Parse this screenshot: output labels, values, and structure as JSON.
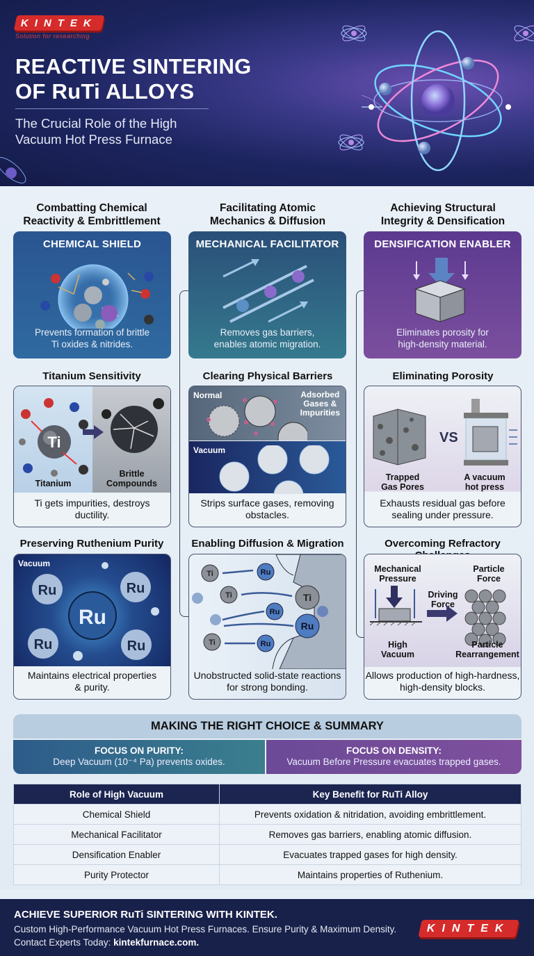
{
  "header": {
    "logo_text": "KINTEK",
    "tagline": "Solution for researching",
    "title_line1": "REACTIVE SINTERING",
    "title_line2": "OF RuTi ALLOYS",
    "subtitle_line1": "The Crucial Role of the High",
    "subtitle_line2": "Vacuum Hot Press Furnace"
  },
  "columns": [
    {
      "title_line1": "Combatting Chemical",
      "title_line2": "Reactivity & Embrittlement",
      "card_title": "CHEMICAL SHIELD",
      "card_desc_line1": "Prevents formation of brittle",
      "card_desc_line2": "Ti oxides & nitrides.",
      "color": "#2d5f96"
    },
    {
      "title_line1": "Facilitating Atomic",
      "title_line2": "Mechanics & Diffusion",
      "card_title": "MECHANICAL FACILITATOR",
      "card_desc_line1": "Removes gas barriers,",
      "card_desc_line2": "enables atomic migration.",
      "color": "#2f6482"
    },
    {
      "title_line1": "Achieving Structural",
      "title_line2": "Integrity & Densification",
      "card_title": "DENSIFICATION ENABLER",
      "card_desc_line1": "Eliminates porosity for",
      "card_desc_line2": "high-density material.",
      "color": "#6a3f96"
    }
  ],
  "sub_sections": {
    "titanium": {
      "title": "Titanium Sensitivity",
      "label_left": "Titanium",
      "label_right_1": "Brittle",
      "label_right_2": "Compounds",
      "atom_center": "Ti",
      "caption_line1": "Ti gets impurities, destroys",
      "caption_line2": "ductility."
    },
    "barriers": {
      "title": "Clearing Physical Barriers",
      "label_normal": "Normal",
      "label_adsorbed_1": "Adsorbed",
      "label_adsorbed_2": "Gases &",
      "label_adsorbed_3": "Impurities",
      "label_vacuum": "Vacuum",
      "caption_line1": "Strips surface gases, removing",
      "caption_line2": "obstacles."
    },
    "porosity": {
      "title": "Eliminating Porosity",
      "vs": "VS",
      "label_left_1": "Trapped",
      "label_left_2": "Gas Pores",
      "label_right_1": "A vacuum",
      "label_right_2": "hot press",
      "caption_line1": "Exhausts residual gas before",
      "caption_line2": "sealing under pressure."
    },
    "ruthenium": {
      "title": "Preserving Ruthenium Purity",
      "label_vacuum": "Vacuum",
      "atom": "Ru",
      "caption_line1": "Maintains electrical properties",
      "caption_line2": "& purity."
    },
    "diffusion": {
      "title": "Enabling Diffusion & Migration",
      "ti": "Ti",
      "ru": "Ru",
      "caption_line1": "Unobstructed solid-state reactions",
      "caption_line2": "for strong bonding."
    },
    "refractory": {
      "title": "Overcoming Refractory Challenges",
      "mech_1": "Mechanical",
      "mech_2": "Pressure",
      "drive_1": "Driving",
      "drive_2": "Force",
      "pf_1": "Particle",
      "pf_2": "Force",
      "hv_1": "High",
      "hv_2": "Vacuum",
      "pr_1": "Particle",
      "pr_2": "Rearrangement",
      "caption_line1": "Allows production of high-hardness,",
      "caption_line2": "high-density blocks."
    }
  },
  "summary": {
    "title": "MAKING THE RIGHT CHOICE & SUMMARY",
    "left_title": "FOCUS ON PURITY:",
    "left_text": "Deep Vacuum (10⁻⁴ Pa) prevents oxides.",
    "right_title": "FOCUS ON DENSITY:",
    "right_text": "Vacuum Before Pressure evacuates trapped gases."
  },
  "table": {
    "headers": [
      "Role of High Vacuum",
      "Key Benefit for RuTi Alloy"
    ],
    "rows": [
      [
        "Chemical Shield",
        "Prevents oxidation & nitridation, avoiding embrittlement."
      ],
      [
        "Mechanical Facilitator",
        "Removes gas barriers, enabling atomic diffusion."
      ],
      [
        "Densification Enabler",
        "Evacuates trapped gases for high density."
      ],
      [
        "Purity Protector",
        "Maintains properties of Ruthenium."
      ]
    ]
  },
  "footer": {
    "headline": "ACHIEVE SUPERIOR RuTi SINTERING WITH KINTEK.",
    "line2": "Custom High-Performance Vacuum Hot Press Furnaces. Ensure Purity & Maximum Density.",
    "line3_prefix": "Contact Experts Today: ",
    "link": "kintekfurnace.com.",
    "logo_text": "KINTEK"
  },
  "colors": {
    "brand_red": "#d62b2b",
    "navy": "#1b2550",
    "blue_card": "#2d5f96",
    "teal_card": "#2f6482",
    "purple_card": "#6a3f96"
  }
}
